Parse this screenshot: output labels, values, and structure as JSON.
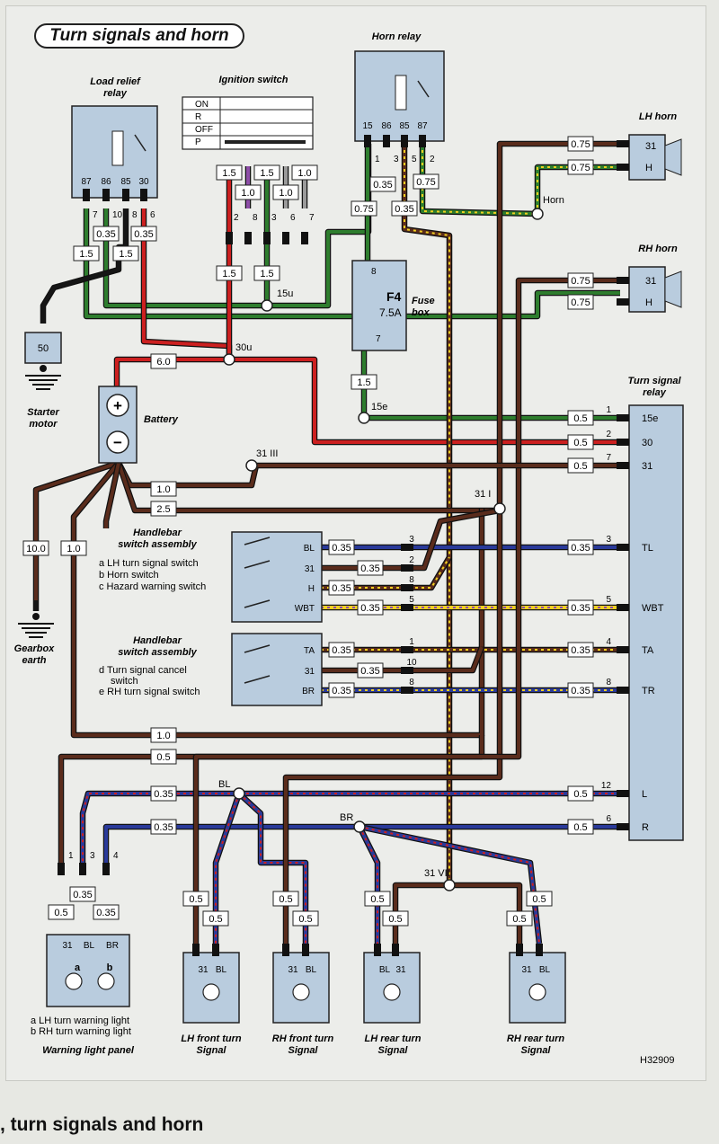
{
  "title": "Turn signals and horn",
  "footer_caption": ", turn signals and horn",
  "figure_ref": "H32909",
  "colors": {
    "brown": "#5a2c1c",
    "red": "#cc2020",
    "green": "#2e7d2e",
    "black": "#161616",
    "blue": "#2a3a9a",
    "yellow": "#f0d020",
    "violet": "#8e4ea8",
    "grey": "#9a9a9a",
    "component_fill": "#b9ccde"
  },
  "components": {
    "load_relief_relay": {
      "label_1": "Load relief",
      "label_2": "relay",
      "pins": [
        "87",
        "86",
        "85",
        "30"
      ],
      "pin_nums": [
        "7",
        "10",
        "8",
        "6"
      ]
    },
    "ignition_switch": {
      "label": "Ignition switch",
      "positions": [
        "ON",
        "R",
        "OFF",
        "P"
      ],
      "terms": [
        "2",
        "8",
        "3",
        "6",
        "7"
      ]
    },
    "horn_relay": {
      "label": "Horn relay",
      "pins": [
        "15",
        "86",
        "85",
        "87"
      ],
      "pin_nums": [
        "1",
        "3",
        "5",
        "2"
      ]
    },
    "lh_horn": {
      "label": "LH horn",
      "pins": [
        "31",
        "H"
      ]
    },
    "rh_horn": {
      "label": "RH horn",
      "pins": [
        "31",
        "H"
      ]
    },
    "fuse": {
      "id": "F4",
      "rating": "7.5A",
      "label_1": "Fuse",
      "label_2": "box",
      "pin_top": "8",
      "pin_bottom": "7"
    },
    "starter_motor": {
      "label_1": "Starter",
      "label_2": "motor",
      "terminal": "50"
    },
    "battery": {
      "label": "Battery",
      "plus": "+",
      "minus": "−"
    },
    "gearbox_earth": {
      "label_1": "Gearbox",
      "label_2": "earth"
    },
    "turn_signal_relay": {
      "label_1": "Turn signal",
      "label_2": "relay",
      "pins": [
        "15e",
        "30",
        "31",
        "TL",
        "WBT",
        "TA",
        "TR",
        "L",
        "R"
      ],
      "pin_nums": [
        "1",
        "2",
        "7",
        "3",
        "5",
        "4",
        "8",
        "12",
        "6"
      ]
    },
    "handlebar_1": {
      "title_1": "Handlebar",
      "title_2": "switch assembly",
      "items": [
        "a  LH turn signal switch",
        "b  Horn switch",
        "c  Hazard warning switch"
      ],
      "terms": [
        "BL",
        "31",
        "H",
        "WBT"
      ],
      "pins": [
        "3",
        "2",
        "8",
        "5"
      ]
    },
    "handlebar_2": {
      "title_1": "Handlebar",
      "title_2": "switch assembly",
      "items": [
        "d  Turn signal cancel",
        "switch",
        "e  RH turn signal switch"
      ],
      "terms": [
        "TA",
        "31",
        "BR"
      ],
      "pins": [
        "1",
        "10",
        "8"
      ]
    },
    "warning_panel": {
      "label": "Warning light panel",
      "terms": [
        "31",
        "BL",
        "BR"
      ],
      "pins": [
        "1",
        "3",
        "4"
      ],
      "lamps": [
        "a",
        "b"
      ],
      "legend": [
        "a   LH turn warning light",
        "b   RH turn warning light"
      ]
    },
    "lamps": [
      {
        "label_1": "LH front turn",
        "label_2": "Signal",
        "terms": [
          "31",
          "BL"
        ]
      },
      {
        "label_1": "RH front turn",
        "label_2": "Signal",
        "terms": [
          "31",
          "BL"
        ]
      },
      {
        "label_1": "LH rear turn",
        "label_2": "Signal",
        "terms": [
          "BL",
          "31"
        ]
      },
      {
        "label_1": "RH rear turn",
        "label_2": "Signal",
        "terms": [
          "31",
          "BL"
        ]
      }
    ]
  },
  "nodes": {
    "horn": "Horn",
    "n15u": "15u",
    "n30u": "30u",
    "n15e": "15e",
    "n31iii": "31 III",
    "n31i": "31 I",
    "bl": "BL",
    "br": "BR",
    "n31vii": "31 VII"
  },
  "wire_sizes": {
    "relay_out": [
      "1.5",
      "0.35",
      "1.5",
      "0.35",
      "1.5"
    ],
    "ign": [
      "1.5",
      "1.0",
      "1.5",
      "1.0",
      "1.0",
      "1.5",
      "1.5"
    ],
    "horn_relay": [
      "0.35",
      "0.75",
      "0.35",
      "0.75"
    ],
    "horn": [
      "0.75",
      "0.75",
      "0.75",
      "0.75"
    ],
    "fuse_out": "1.5",
    "bat": "6.0",
    "tsr": [
      "0.5",
      "0.5",
      "0.5"
    ],
    "gnd": [
      "1.0",
      "2.5",
      "10.0",
      "1.0"
    ],
    "hb": [
      "0.35",
      "0.35",
      "0.35",
      "0.35",
      "0.35",
      "0.35",
      "0.35",
      "0.35",
      "0.35",
      "0.35",
      "0.35",
      "0.35",
      "0.35"
    ],
    "lower": [
      "1.0",
      "0.5",
      "0.35",
      "0.35",
      "0.5",
      "0.5"
    ],
    "wp": [
      "0.35",
      "0.5",
      "0.35"
    ],
    "lamp": [
      "0.5",
      "0.5",
      "0.5",
      "0.5",
      "0.5",
      "0.5",
      "0.5",
      "0.5"
    ]
  }
}
